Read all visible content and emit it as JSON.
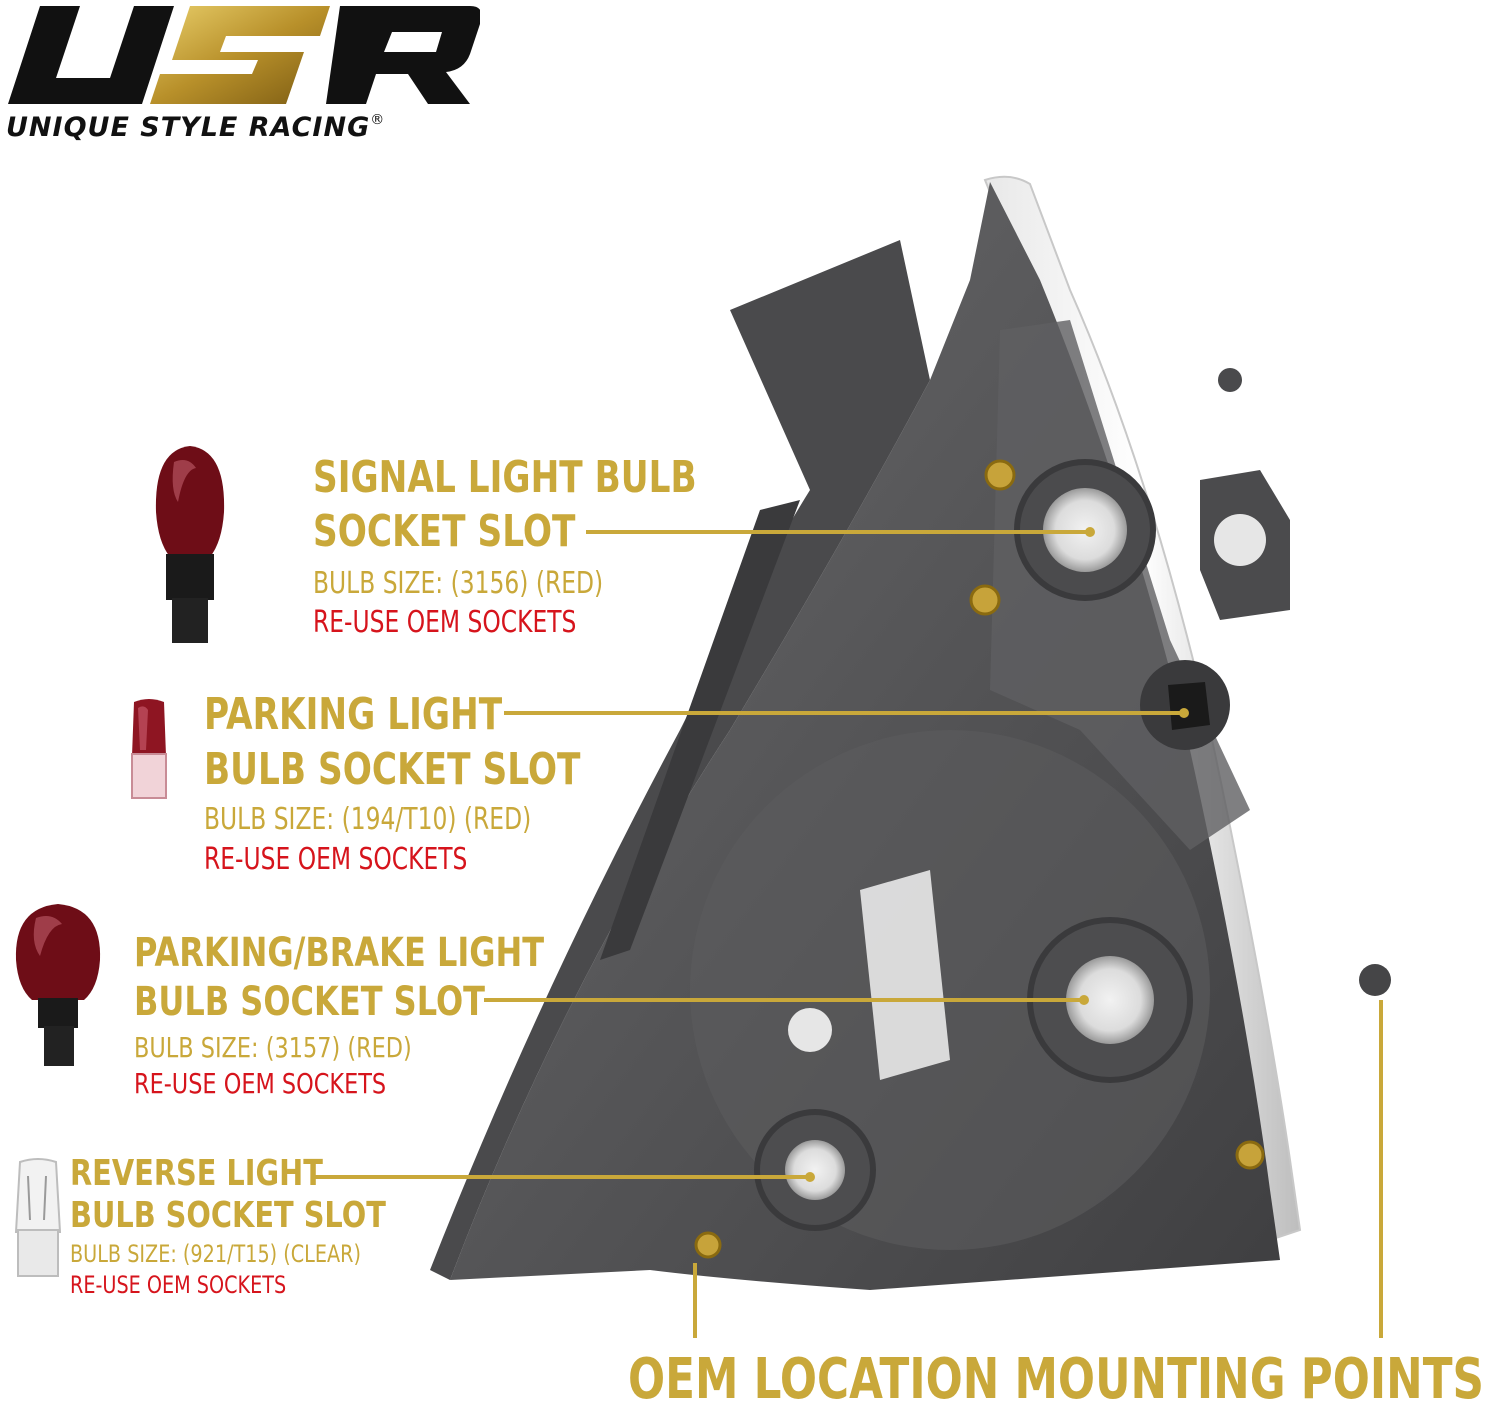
{
  "brand": {
    "logo_letters": "USR",
    "name": "UNIQUE STYLE RACING",
    "registered_mark": "®",
    "colors": {
      "gold": "#c9a83a",
      "black": "#111111",
      "red": "#d6141c"
    }
  },
  "callouts": [
    {
      "title_line1": "SIGNAL LIGHT BULB",
      "title_line2": "SOCKET SLOT",
      "bulb_size": "BULB SIZE: (3156) (RED)",
      "note": "RE-USE OEM SOCKETS",
      "bulb_icon": "red-3156-bulb-icon"
    },
    {
      "title_line1": "PARKING LIGHT",
      "title_line2": "BULB SOCKET SLOT",
      "bulb_size": "BULB SIZE: (194/T10) (RED)",
      "note": "RE-USE OEM SOCKETS",
      "bulb_icon": "red-194-wedge-bulb-icon"
    },
    {
      "title_line1": "PARKING/BRAKE LIGHT",
      "title_line2": "BULB SOCKET SLOT",
      "bulb_size": "BULB SIZE: (3157) (RED)",
      "note": "RE-USE OEM SOCKETS",
      "bulb_icon": "red-3157-bulb-icon"
    },
    {
      "title_line1": "REVERSE LIGHT",
      "title_line2": "BULB SOCKET SLOT",
      "bulb_size": "BULB SIZE: (921/T15) (CLEAR)",
      "note": "RE-USE OEM SOCKETS",
      "bulb_icon": "clear-921-wedge-bulb-icon"
    }
  ],
  "footer_caption": "OEM LOCATION MOUNTING POINTS"
}
